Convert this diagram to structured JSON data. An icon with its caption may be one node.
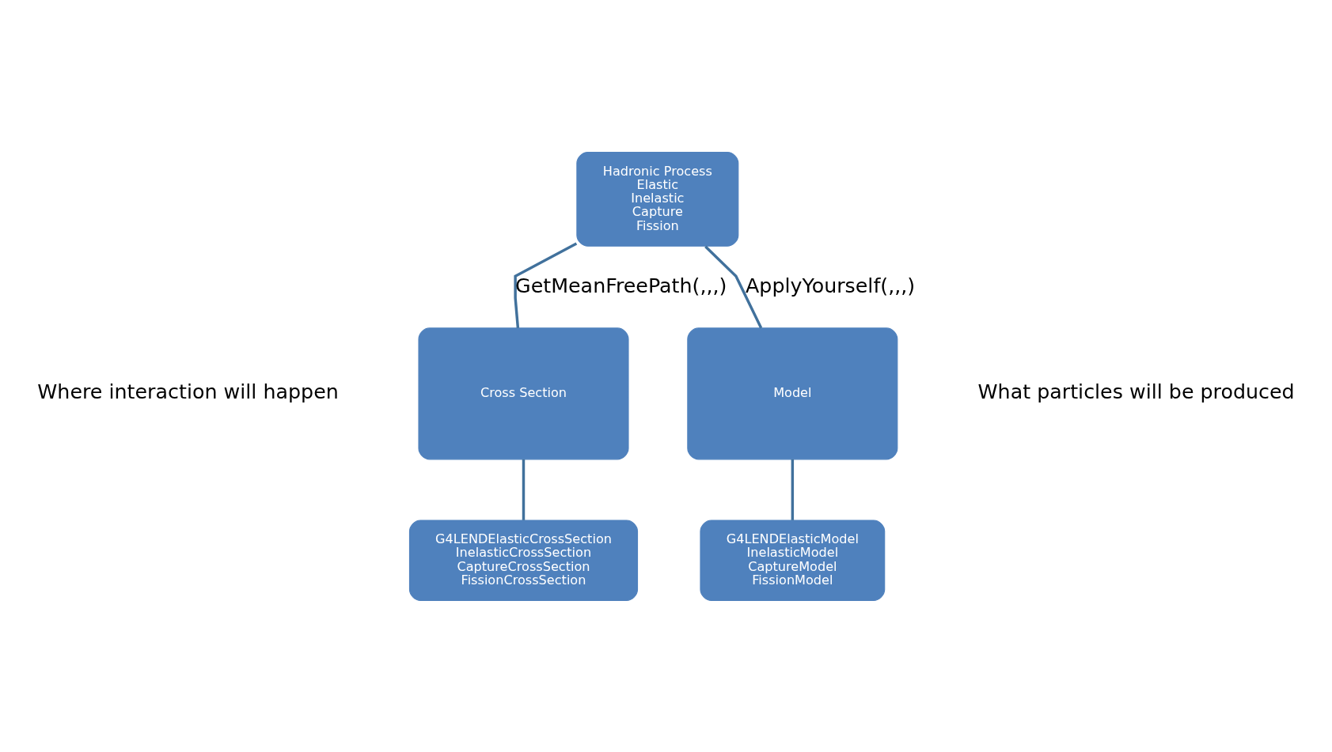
{
  "diagram": {
    "nodes": [
      {
        "text": [
          "Hadronic Process",
          "Elastic",
          "Inelastic",
          "Capture",
          "Fission"
        ]
      },
      {
        "text": [
          "Cross Section"
        ]
      },
      {
        "text": [
          "Model"
        ]
      },
      {
        "text": [
          "G4LENDElasticCrossSection",
          "InelasticCrossSection",
          "CaptureCrossSection",
          "FissionCrossSection"
        ]
      },
      {
        "text": [
          "G4LENDElasticModel",
          "InelasticModel",
          "CaptureModel",
          "FissionModel"
        ]
      }
    ],
    "edges": [
      {
        "from": 0,
        "to": 1,
        "arrow": "none",
        "label": "GetMeanFreePath(,,,)"
      },
      {
        "from": 0,
        "to": 2,
        "arrow": "none",
        "label": "ApplyYourself(,,,)"
      },
      {
        "from": 1,
        "to": 3,
        "arrow": "none"
      },
      {
        "from": 2,
        "to": 4,
        "arrow": "none"
      }
    ],
    "labels": [
      "Where interaction will happen",
      "What particles will be produced"
    ]
  }
}
